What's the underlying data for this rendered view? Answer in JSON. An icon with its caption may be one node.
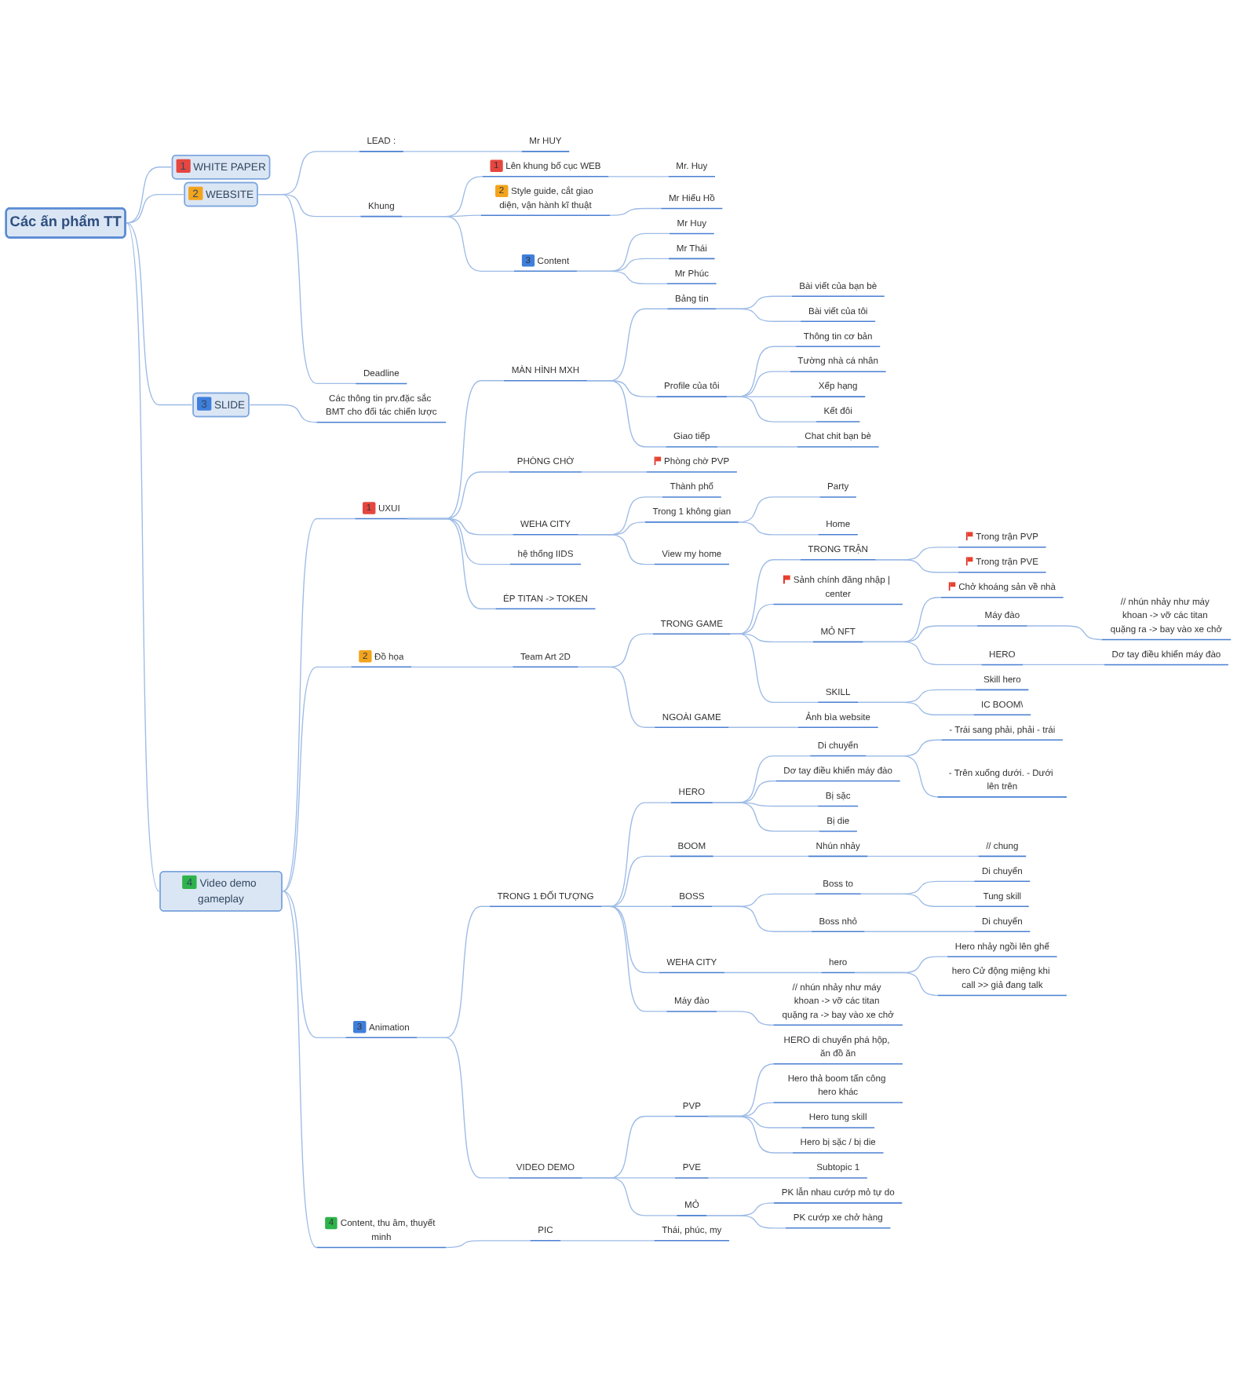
{
  "diagram": {
    "nodes": [
      {
        "text": [
          "Các ấn phẩm TT"
        ]
      },
      {
        "text": [
          "1",
          "WHITE PAPER"
        ]
      },
      {
        "text": [
          "2",
          "WEBSITE"
        ]
      },
      {
        "text": [
          "LEAD :"
        ]
      },
      {
        "text": [
          "Mr HUY"
        ]
      },
      {
        "text": [
          "Khung"
        ]
      },
      {
        "text": [
          "1",
          "Lên khung bố cục WEB"
        ]
      },
      {
        "text": [
          "Mr. Huy"
        ]
      },
      {
        "text": [
          "2",
          "Style guide, cắt giao diện, vận hành kĩ thuật"
        ]
      },
      {
        "text": [
          "Mr Hiếu Hồ"
        ]
      },
      {
        "text": [
          "3",
          "Content"
        ]
      },
      {
        "text": [
          "Mr Huy"
        ]
      },
      {
        "text": [
          "Mr Thái"
        ]
      },
      {
        "text": [
          "Mr Phúc"
        ]
      },
      {
        "text": [
          "Deadline"
        ]
      },
      {
        "text": [
          "3",
          "SLIDE"
        ]
      },
      {
        "text": [
          "Các thông tin prv.đặc sắc BMT cho đối tác chiến lược"
        ]
      },
      {
        "text": [
          "4",
          "Video demo gameplay"
        ]
      },
      {
        "text": [
          "1",
          "UXUI"
        ]
      },
      {
        "text": [
          "MÀN HÌNH MXH"
        ]
      },
      {
        "text": [
          "Bảng tin"
        ]
      },
      {
        "text": [
          "Bài viết của bạn bè"
        ]
      },
      {
        "text": [
          "Bài viết của tôi"
        ]
      },
      {
        "text": [
          "Profile của tôi"
        ]
      },
      {
        "text": [
          "Thông tin cơ bản"
        ]
      },
      {
        "text": [
          "Tường nhà cá nhân"
        ]
      },
      {
        "text": [
          "Xếp hạng"
        ]
      },
      {
        "text": [
          "Kết đôi"
        ]
      },
      {
        "text": [
          "Giao tiếp"
        ]
      },
      {
        "text": [
          "Chat chit bạn bè"
        ]
      },
      {
        "text": [
          "PHÒNG CHỜ"
        ]
      },
      {
        "text": [
          "Phòng chờ PVP"
        ]
      },
      {
        "text": [
          "WEHA CITY"
        ]
      },
      {
        "text": [
          "Thành phố"
        ]
      },
      {
        "text": [
          "Trong 1 không gian"
        ]
      },
      {
        "text": [
          "Party"
        ]
      },
      {
        "text": [
          "Home"
        ]
      },
      {
        "text": [
          "View my home"
        ]
      },
      {
        "text": [
          "hệ thống IIDS"
        ]
      },
      {
        "text": [
          "ÉP TITAN -> TOKEN"
        ]
      },
      {
        "text": [
          "2",
          "Đồ họa"
        ]
      },
      {
        "text": [
          "Team Art 2D"
        ]
      },
      {
        "text": [
          "TRONG GAME"
        ]
      },
      {
        "text": [
          "TRONG TRẬN"
        ]
      },
      {
        "text": [
          "Trong trận PVP"
        ]
      },
      {
        "text": [
          "Trong trận PVE"
        ]
      },
      {
        "text": [
          "Sảnh chính đăng nhập | center"
        ]
      },
      {
        "text": [
          "MỎ NFT"
        ]
      },
      {
        "text": [
          "Chở khoáng sản về nhà"
        ]
      },
      {
        "text": [
          "Máy đào"
        ]
      },
      {
        "text": [
          "// nhún nhảy như máy khoan -> vỡ các titan quặng ra -> bay vào xe chở"
        ]
      },
      {
        "text": [
          "HERO"
        ]
      },
      {
        "text": [
          "Dơ tay điều khiển máy đào"
        ]
      },
      {
        "text": [
          "SKILL"
        ]
      },
      {
        "text": [
          "Skill hero"
        ]
      },
      {
        "text": [
          "IC BOOM\\"
        ]
      },
      {
        "text": [
          "NGOÀI GAME"
        ]
      },
      {
        "text": [
          "Ảnh bìa website"
        ]
      },
      {
        "text": [
          "3",
          "Animation"
        ]
      },
      {
        "text": [
          "TRONG 1 ĐỐI TƯỢNG"
        ]
      },
      {
        "text": [
          "HERO"
        ]
      },
      {
        "text": [
          "Di chuyển"
        ]
      },
      {
        "text": [
          "- Trái sang phải, phải - trái"
        ]
      },
      {
        "text": [
          "- Trên xuống dưới. - Dưới lên trên"
        ]
      },
      {
        "text": [
          "Dơ tay điều khiển máy đào"
        ]
      },
      {
        "text": [
          "Bị sặc"
        ]
      },
      {
        "text": [
          "Bị die"
        ]
      },
      {
        "text": [
          "BOOM"
        ]
      },
      {
        "text": [
          "Nhún nhảy"
        ]
      },
      {
        "text": [
          "// chung"
        ]
      },
      {
        "text": [
          "BOSS"
        ]
      },
      {
        "text": [
          "Boss to"
        ]
      },
      {
        "text": [
          "Di chuyển"
        ]
      },
      {
        "text": [
          "Tung skill"
        ]
      },
      {
        "text": [
          "Boss nhỏ"
        ]
      },
      {
        "text": [
          "Di chuyển"
        ]
      },
      {
        "text": [
          "WEHA CITY"
        ]
      },
      {
        "text": [
          "hero"
        ]
      },
      {
        "text": [
          "Hero nhảy ngồi lên ghế"
        ]
      },
      {
        "text": [
          "hero Cử động miệng khi call >> giả đang talk"
        ]
      },
      {
        "text": [
          "Máy đào"
        ]
      },
      {
        "text": [
          "// nhún nhảy như máy khoan -> vỡ các titan quặng ra -> bay vào xe chở"
        ]
      },
      {
        "text": [
          "VIDEO DEMO"
        ]
      },
      {
        "text": [
          "PVP"
        ]
      },
      {
        "text": [
          "HERO di chuyển phá hộp, ăn đồ ăn"
        ]
      },
      {
        "text": [
          "Hero thả boom tấn công hero khác"
        ]
      },
      {
        "text": [
          "Hero tung skill"
        ]
      },
      {
        "text": [
          "Hero bị sặc / bị die"
        ]
      },
      {
        "text": [
          "PVE"
        ]
      },
      {
        "text": [
          "Subtopic 1"
        ]
      },
      {
        "text": [
          "MỎ"
        ]
      },
      {
        "text": [
          "PK lẫn nhau cướp mỏ tự do"
        ]
      },
      {
        "text": [
          "PK cướp xe chở hàng"
        ]
      },
      {
        "text": [
          "4",
          "Content, thu âm, thuyết minh"
        ]
      },
      {
        "text": [
          "PIC"
        ]
      },
      {
        "text": [
          "Thái, phúc, my"
        ]
      }
    ],
    "edges": [
      {
        "from": 0,
        "to": 1,
        "arrow": "none"
      },
      {
        "from": 0,
        "to": 2,
        "arrow": "none"
      },
      {
        "from": 2,
        "to": 3,
        "arrow": "none"
      },
      {
        "from": 3,
        "to": 4,
        "arrow": "none"
      },
      {
        "from": 2,
        "to": 5,
        "arrow": "none"
      },
      {
        "from": 5,
        "to": 6,
        "arrow": "none"
      },
      {
        "from": 6,
        "to": 7,
        "arrow": "none"
      },
      {
        "from": 5,
        "to": 8,
        "arrow": "none"
      },
      {
        "from": 8,
        "to": 9,
        "arrow": "none"
      },
      {
        "from": 5,
        "to": 10,
        "arrow": "none"
      },
      {
        "from": 10,
        "to": 11,
        "arrow": "none"
      },
      {
        "from": 10,
        "to": 12,
        "arrow": "none"
      },
      {
        "from": 10,
        "to": 13,
        "arrow": "none"
      },
      {
        "from": 2,
        "to": 14,
        "arrow": "none"
      },
      {
        "from": 0,
        "to": 15,
        "arrow": "none"
      },
      {
        "from": 15,
        "to": 16,
        "arrow": "none"
      },
      {
        "from": 0,
        "to": 17,
        "arrow": "none"
      },
      {
        "from": 17,
        "to": 18,
        "arrow": "none"
      },
      {
        "from": 18,
        "to": 19,
        "arrow": "none"
      },
      {
        "from": 19,
        "to": 20,
        "arrow": "none"
      },
      {
        "from": 20,
        "to": 21,
        "arrow": "none"
      },
      {
        "from": 20,
        "to": 22,
        "arrow": "none"
      },
      {
        "from": 19,
        "to": 23,
        "arrow": "none"
      },
      {
        "from": 23,
        "to": 24,
        "arrow": "none"
      },
      {
        "from": 23,
        "to": 25,
        "arrow": "none"
      },
      {
        "from": 23,
        "to": 26,
        "arrow": "none"
      },
      {
        "from": 23,
        "to": 27,
        "arrow": "none"
      },
      {
        "from": 19,
        "to": 28,
        "arrow": "none"
      },
      {
        "from": 28,
        "to": 29,
        "arrow": "none"
      },
      {
        "from": 18,
        "to": 30,
        "arrow": "none"
      },
      {
        "from": 30,
        "to": 31,
        "arrow": "none"
      },
      {
        "from": 18,
        "to": 32,
        "arrow": "none"
      },
      {
        "from": 32,
        "to": 33,
        "arrow": "none"
      },
      {
        "from": 32,
        "to": 34,
        "arrow": "none"
      },
      {
        "from": 34,
        "to": 35,
        "arrow": "none"
      },
      {
        "from": 34,
        "to": 36,
        "arrow": "none"
      },
      {
        "from": 32,
        "to": 37,
        "arrow": "none"
      },
      {
        "from": 18,
        "to": 38,
        "arrow": "none"
      },
      {
        "from": 18,
        "to": 39,
        "arrow": "none"
      },
      {
        "from": 17,
        "to": 40,
        "arrow": "none"
      },
      {
        "from": 40,
        "to": 41,
        "arrow": "none"
      },
      {
        "from": 41,
        "to": 42,
        "arrow": "none"
      },
      {
        "from": 42,
        "to": 43,
        "arrow": "none"
      },
      {
        "from": 43,
        "to": 44,
        "arrow": "none"
      },
      {
        "from": 43,
        "to": 45,
        "arrow": "none"
      },
      {
        "from": 42,
        "to": 46,
        "arrow": "none"
      },
      {
        "from": 42,
        "to": 47,
        "arrow": "none"
      },
      {
        "from": 47,
        "to": 48,
        "arrow": "none"
      },
      {
        "from": 47,
        "to": 49,
        "arrow": "none"
      },
      {
        "from": 49,
        "to": 50,
        "arrow": "none"
      },
      {
        "from": 47,
        "to": 51,
        "arrow": "none"
      },
      {
        "from": 51,
        "to": 52,
        "arrow": "none"
      },
      {
        "from": 42,
        "to": 53,
        "arrow": "none"
      },
      {
        "from": 53,
        "to": 54,
        "arrow": "none"
      },
      {
        "from": 53,
        "to": 55,
        "arrow": "none"
      },
      {
        "from": 41,
        "to": 56,
        "arrow": "none"
      },
      {
        "from": 56,
        "to": 57,
        "arrow": "none"
      },
      {
        "from": 17,
        "to": 58,
        "arrow": "none"
      },
      {
        "from": 58,
        "to": 59,
        "arrow": "none"
      },
      {
        "from": 59,
        "to": 60,
        "arrow": "none"
      },
      {
        "from": 60,
        "to": 61,
        "arrow": "none"
      },
      {
        "from": 61,
        "to": 62,
        "arrow": "none"
      },
      {
        "from": 61,
        "to": 63,
        "arrow": "none"
      },
      {
        "from": 60,
        "to": 64,
        "arrow": "none"
      },
      {
        "from": 60,
        "to": 65,
        "arrow": "none"
      },
      {
        "from": 60,
        "to": 66,
        "arrow": "none"
      },
      {
        "from": 59,
        "to": 67,
        "arrow": "none"
      },
      {
        "from": 67,
        "to": 68,
        "arrow": "none"
      },
      {
        "from": 68,
        "to": 69,
        "arrow": "none"
      },
      {
        "from": 59,
        "to": 70,
        "arrow": "none"
      },
      {
        "from": 70,
        "to": 71,
        "arrow": "none"
      },
      {
        "from": 71,
        "to": 72,
        "arrow": "none"
      },
      {
        "from": 71,
        "to": 73,
        "arrow": "none"
      },
      {
        "from": 70,
        "to": 74,
        "arrow": "none"
      },
      {
        "from": 74,
        "to": 75,
        "arrow": "none"
      },
      {
        "from": 59,
        "to": 76,
        "arrow": "none"
      },
      {
        "from": 76,
        "to": 77,
        "arrow": "none"
      },
      {
        "from": 77,
        "to": 78,
        "arrow": "none"
      },
      {
        "from": 77,
        "to": 79,
        "arrow": "none"
      },
      {
        "from": 59,
        "to": 80,
        "arrow": "none"
      },
      {
        "from": 80,
        "to": 81,
        "arrow": "none"
      },
      {
        "from": 58,
        "to": 82,
        "arrow": "none"
      },
      {
        "from": 82,
        "to": 83,
        "arrow": "none"
      },
      {
        "from": 83,
        "to": 84,
        "arrow": "none"
      },
      {
        "from": 83,
        "to": 85,
        "arrow": "none"
      },
      {
        "from": 83,
        "to": 86,
        "arrow": "none"
      },
      {
        "from": 83,
        "to": 87,
        "arrow": "none"
      },
      {
        "from": 82,
        "to": 88,
        "arrow": "none"
      },
      {
        "from": 88,
        "to": 89,
        "arrow": "none"
      },
      {
        "from": 82,
        "to": 90,
        "arrow": "none"
      },
      {
        "from": 90,
        "to": 91,
        "arrow": "none"
      },
      {
        "from": 90,
        "to": 92,
        "arrow": "none"
      },
      {
        "from": 17,
        "to": 93,
        "arrow": "none"
      },
      {
        "from": 93,
        "to": 94,
        "arrow": "none"
      },
      {
        "from": 94,
        "to": 95,
        "arrow": "none"
      }
    ]
  }
}
